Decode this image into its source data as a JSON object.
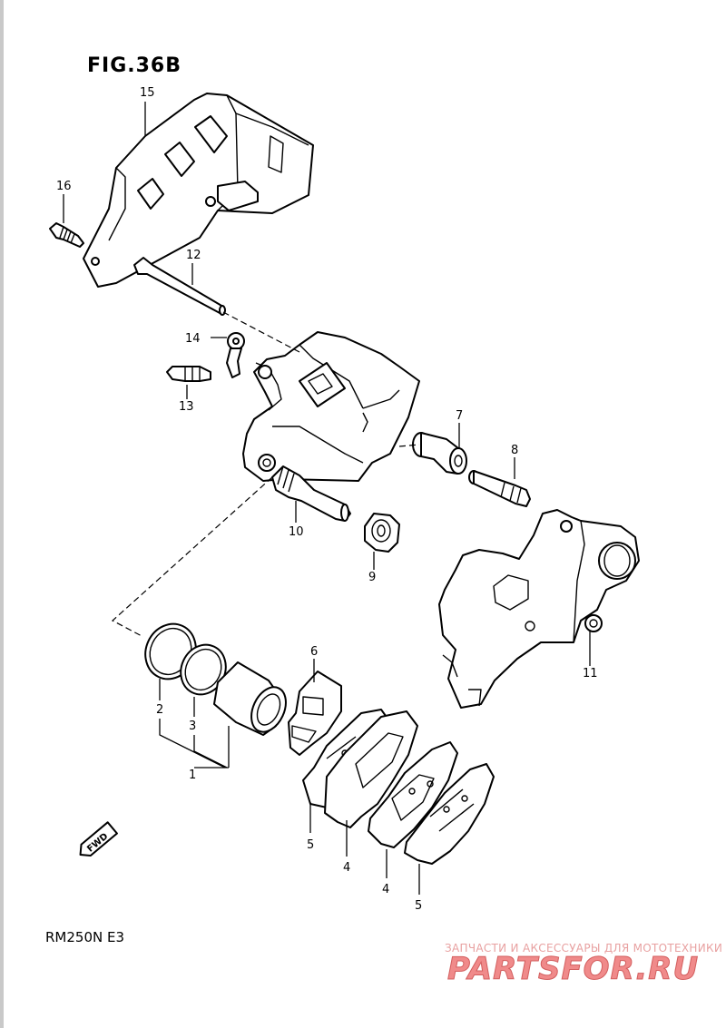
{
  "figure": {
    "title": "FIG.36B"
  },
  "model": "RM250N  E3",
  "fwd_tag": "FWD",
  "watermark": {
    "subtitle": "ЗАПЧАСТИ И АКСЕССУАРЫ ДЛЯ МОТОТЕХНИКИ",
    "logo": "PARTSFOR.RU"
  },
  "callouts": [
    {
      "id": "15",
      "text": "15"
    },
    {
      "id": "16",
      "text": "16"
    },
    {
      "id": "12",
      "text": "12"
    },
    {
      "id": "14",
      "text": "14"
    },
    {
      "id": "13",
      "text": "13"
    },
    {
      "id": "7",
      "text": "7"
    },
    {
      "id": "8",
      "text": "8"
    },
    {
      "id": "10",
      "text": "10"
    },
    {
      "id": "9",
      "text": "9"
    },
    {
      "id": "11",
      "text": "11"
    },
    {
      "id": "6",
      "text": "6"
    },
    {
      "id": "2",
      "text": "2"
    },
    {
      "id": "3",
      "text": "3"
    },
    {
      "id": "1",
      "text": "1"
    },
    {
      "id": "5a",
      "text": "5"
    },
    {
      "id": "4a",
      "text": "4"
    },
    {
      "id": "4b",
      "text": "4"
    },
    {
      "id": "5b",
      "text": "5"
    }
  ]
}
